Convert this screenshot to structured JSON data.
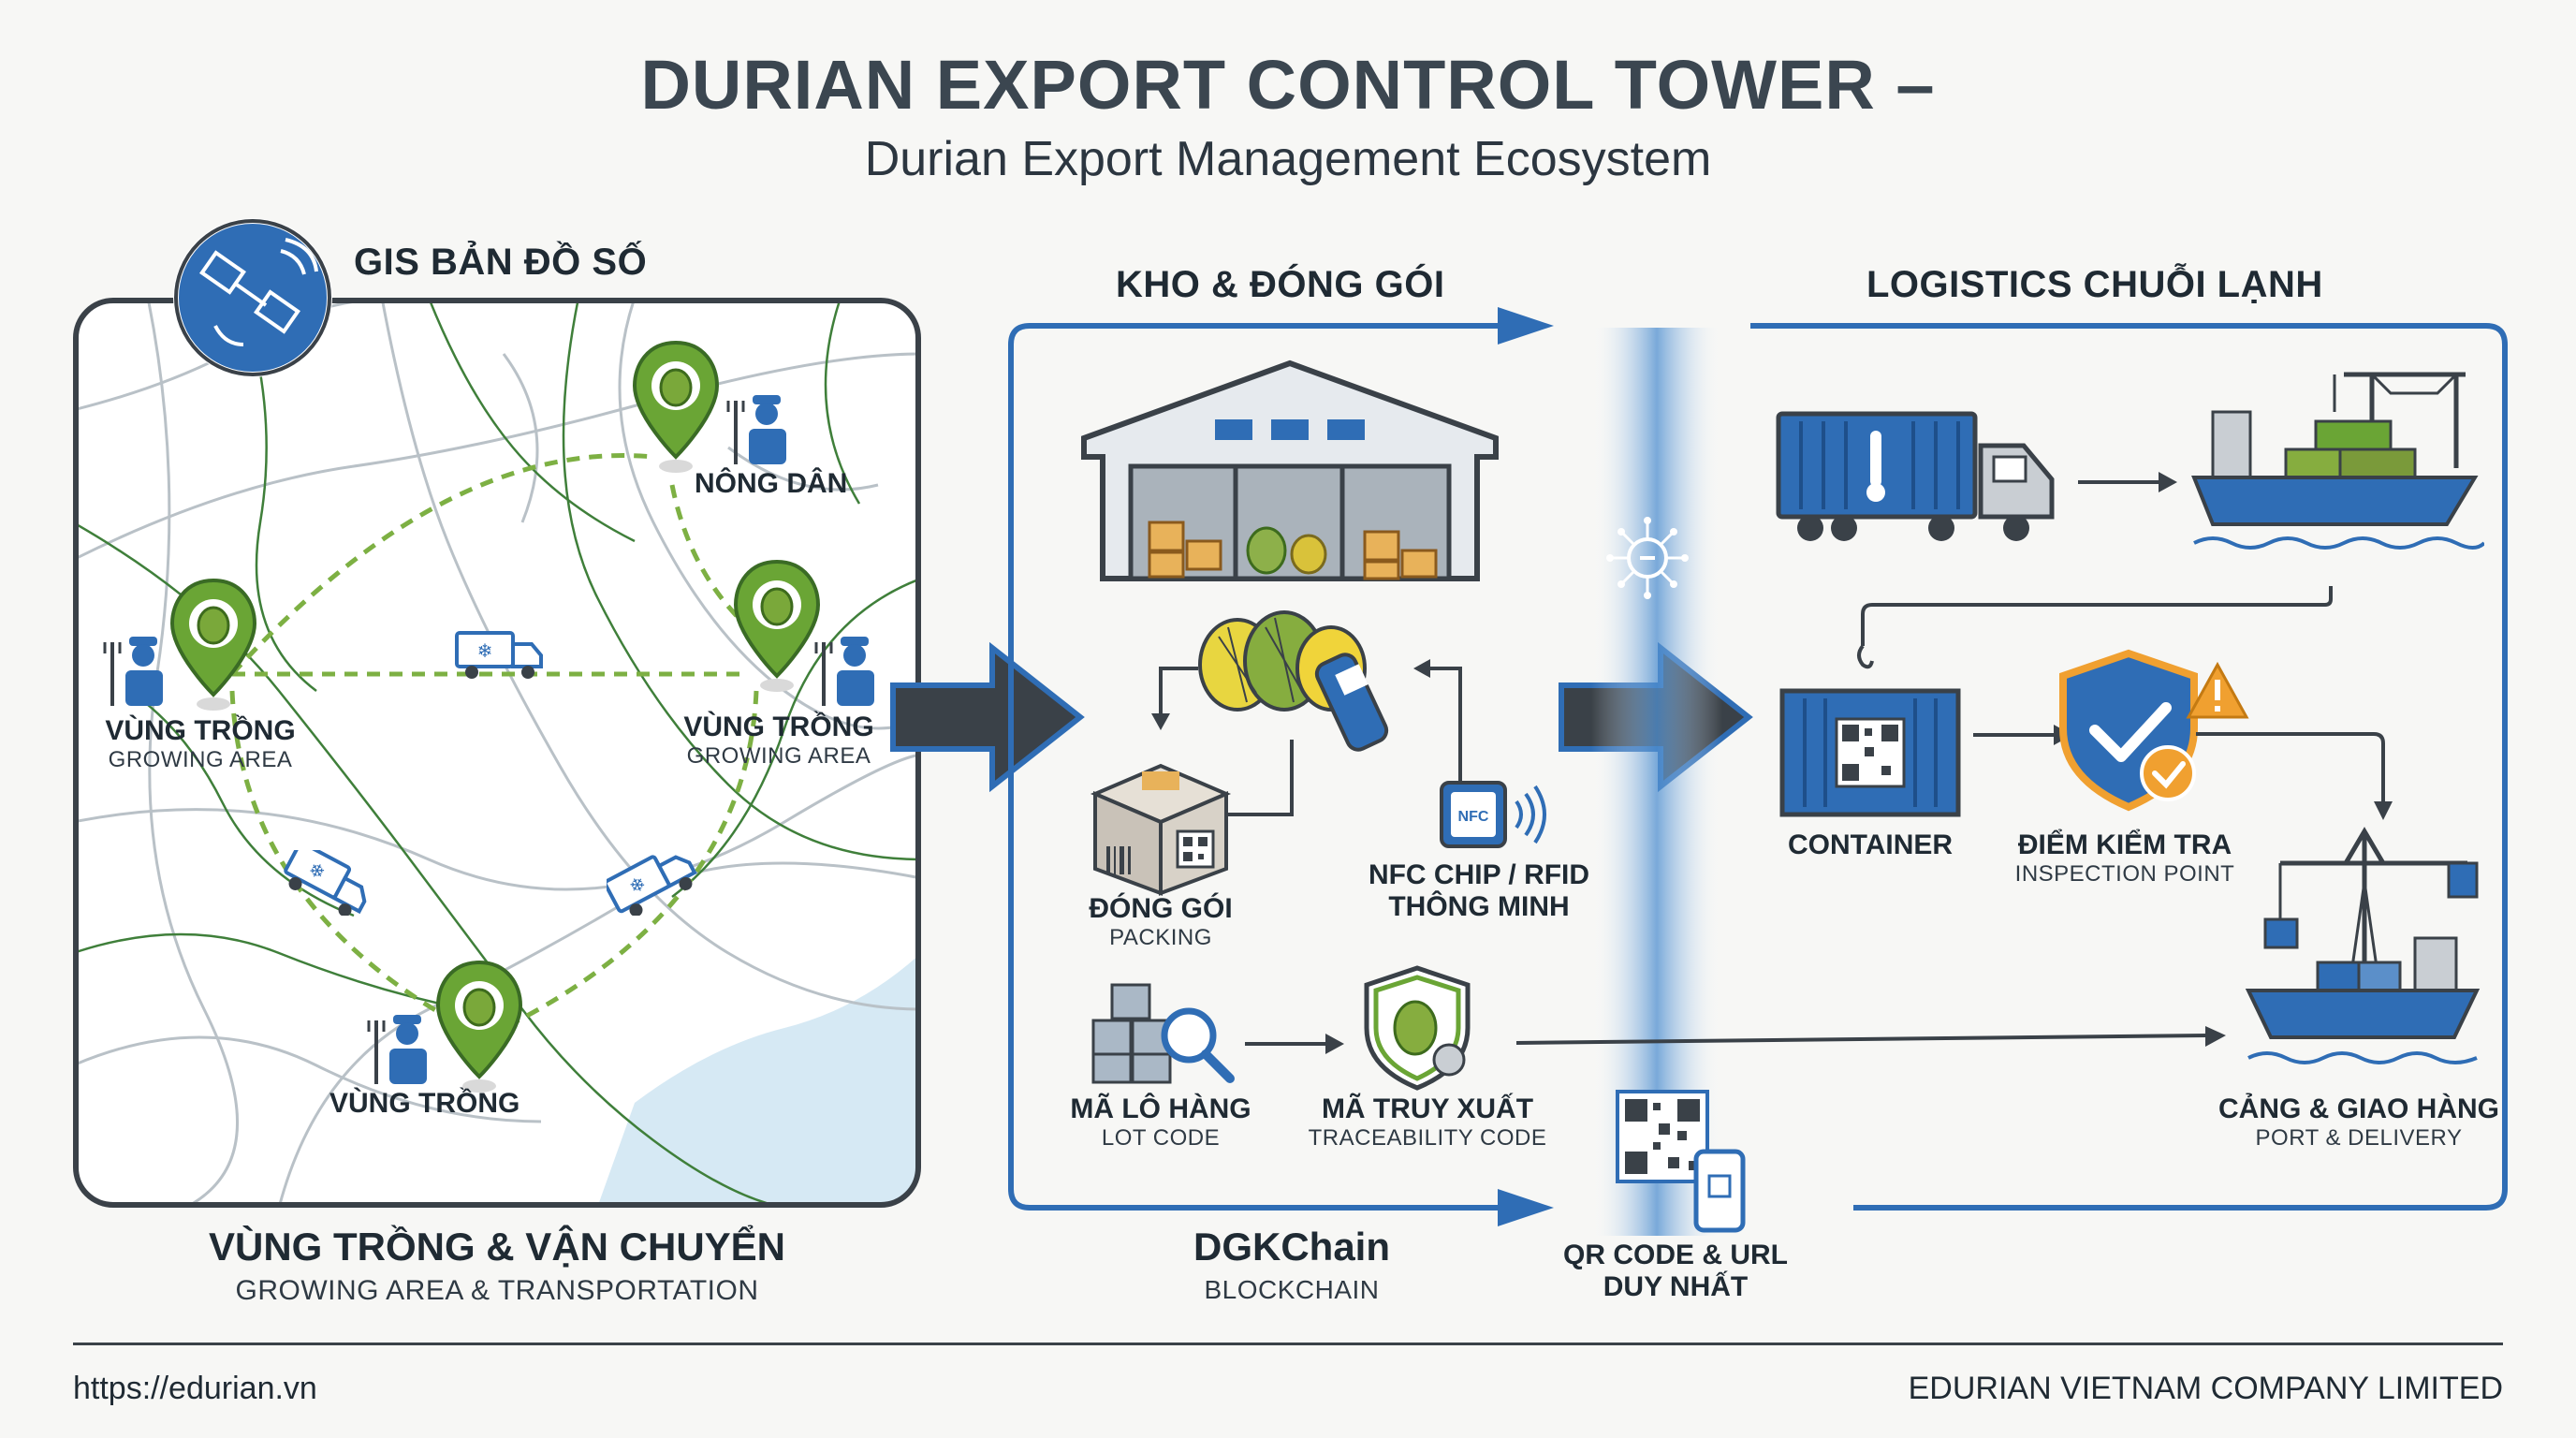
{
  "header": {
    "title": "DURIAN EXPORT CONTROL TOWER –",
    "subtitle": "Durian Export Management Ecosystem"
  },
  "gis": {
    "heading": "GIS BẢN ĐỒ SỐ",
    "farmer": "NÔNG DÂN",
    "area_left": "VÙNG TRỒNG",
    "area_left_en": "GROWING AREA",
    "area_right": "VÙNG TRỒNG",
    "area_right_en": "GROWING AREA",
    "area_bottom": "VÙNG TRỒNG",
    "section_title": "VÙNG TRỒNG & VẬN CHUYỂN",
    "section_subtitle": "GROWING AREA & TRANSPORTATION"
  },
  "warehouse": {
    "heading": "KHO & ĐÓNG GÓI",
    "packing": "ĐÓNG GÓI",
    "packing_en": "PACKING",
    "nfc_line1": "NFC CHIP / RFID",
    "nfc_line2": "THÔNG MINH",
    "nfc_tag": "NFC",
    "lot_code": "MÃ LÔ HÀNG",
    "lot_code_en": "LOT CODE",
    "trace_code": "MÃ TRUY XUẤT",
    "trace_code_en": "TRACEABILITY CODE",
    "chain_title": "DGKChain",
    "chain_subtitle": "BLOCKCHAIN",
    "qr_line1": "QR CODE & URL",
    "qr_line2": "DUY NHẤT"
  },
  "logistics": {
    "heading": "LOGISTICS CHUỖI LẠNH",
    "container": "CONTAINER",
    "inspection": "ĐIỂM KIỂM TRA",
    "inspection_en": "INSPECTION POINT",
    "port": "CẢNG & GIAO HÀNG",
    "port_en": "PORT & DELIVERY"
  },
  "footer": {
    "url": "https://edurian.vn",
    "company": "EDURIAN VIETNAM COMPANY LIMITED"
  },
  "colors": {
    "primary_blue": "#2f6db5",
    "dark_arrow": "#3a4148",
    "durian_green": "#6aa535",
    "shield_orange": "#f0a030",
    "water": "#cfe6f3"
  }
}
